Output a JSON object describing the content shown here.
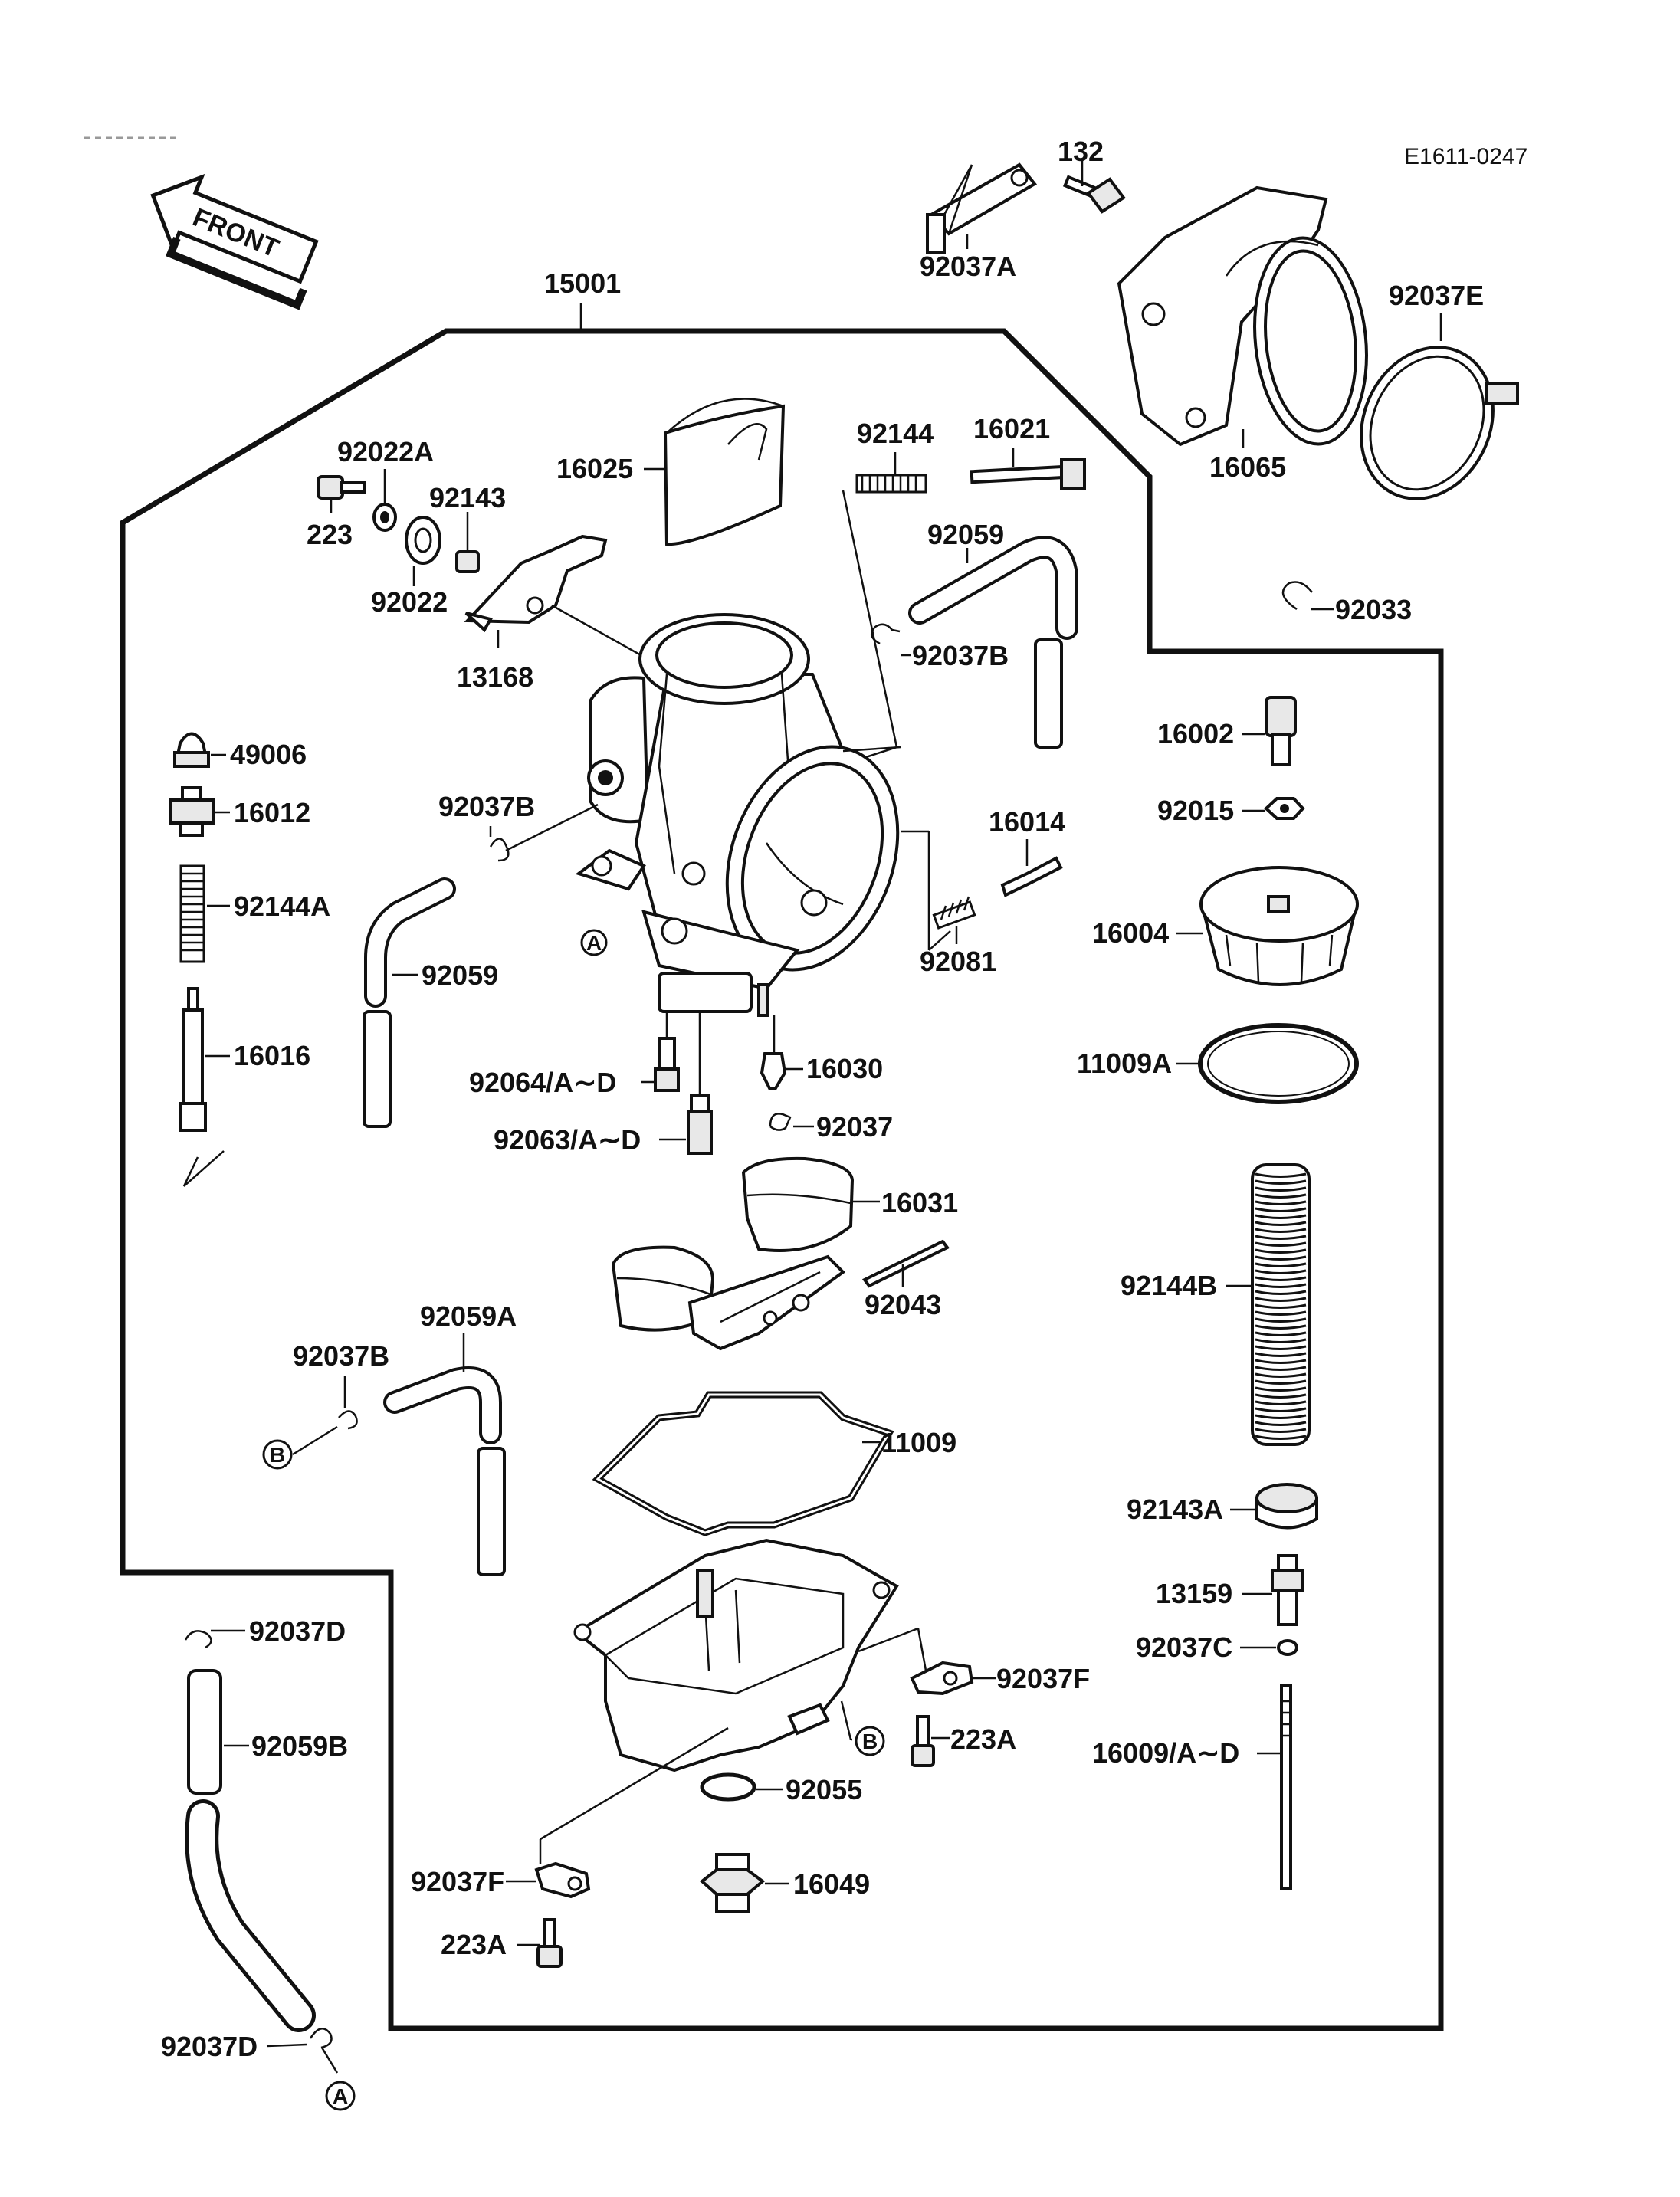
{
  "diagram": {
    "ref_code": "E1611-0247",
    "front_label": "FRONT",
    "assembly_label": "15001",
    "ref_markers": {
      "a": "A",
      "b": "B"
    },
    "labels": {
      "p132": "132",
      "p92037A": "92037A",
      "p92037E": "92037E",
      "p16065": "16065",
      "p16025": "16025",
      "p92144": "92144",
      "p16021": "16021",
      "p92022A": "92022A",
      "p223": "223",
      "p92143": "92143",
      "p92022": "92022",
      "p13168": "13168",
      "p92059_top": "92059",
      "p92037B_top": "92037B",
      "p92033": "92033",
      "p16002": "16002",
      "p92015": "92015",
      "p49006": "49006",
      "p16012": "16012",
      "p92037B_mid": "92037B",
      "p92144A": "92144A",
      "p92059_left": "92059",
      "p16016": "16016",
      "p16014": "16014",
      "p92081": "92081",
      "p16004": "16004",
      "p11009A": "11009A",
      "p92064": "92064/A∼D",
      "p92063": "92063/A∼D",
      "p16030": "16030",
      "p92037": "92037",
      "p16031": "16031",
      "p92043": "92043",
      "p92144B": "92144B",
      "p92037B_low": "92037B",
      "p92059A": "92059A",
      "p11009": "11009",
      "p92143A": "92143A",
      "p13159": "13159",
      "p92037C": "92037C",
      "p92037D_top": "92037D",
      "p92037F_right": "92037F",
      "p92059B": "92059B",
      "p223A_right": "223A",
      "p16009": "16009/A∼D",
      "p92055": "92055",
      "p92037F_left": "92037F",
      "p16049": "16049",
      "p223A_left": "223A",
      "p92037D_bottom": "92037D"
    }
  }
}
